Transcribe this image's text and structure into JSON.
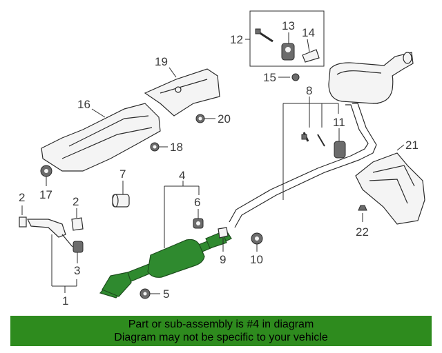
{
  "callouts": {
    "c1": "1",
    "c2a": "2",
    "c2b": "2",
    "c3": "3",
    "c4": "4",
    "c5": "5",
    "c6": "6",
    "c7": "7",
    "c8": "8",
    "c9": "9",
    "c10": "10",
    "c11": "11",
    "c12": "12",
    "c13": "13",
    "c14": "14",
    "c15": "15",
    "c16": "16",
    "c17": "17",
    "c18": "18",
    "c19": "19",
    "c20": "20",
    "c21": "21",
    "c22": "22"
  },
  "highlighted_part": "4",
  "colors": {
    "highlight": "#2f8a2f",
    "banner": "#2e8b1e"
  },
  "notice": {
    "line1": "Part or sub-assembly is #4 in diagram",
    "line2": "Diagram may not be specific to your vehicle"
  }
}
